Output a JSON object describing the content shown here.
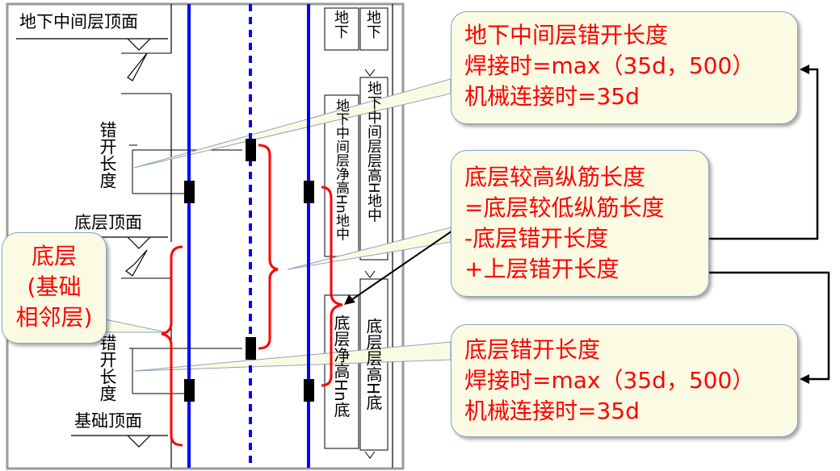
{
  "floor_labels": {
    "underground_top": "地下中间层顶面",
    "base_floor_top": "底层顶面",
    "foundation_top": "基础顶面"
  },
  "stagger_labels": {
    "upper": "错开长度",
    "lower": "错开长度"
  },
  "column_labels": {
    "ug_clear_height": "地下中间层净高Hn地中",
    "ug_floor_height": "地下中间层层高H地中",
    "ug_clear_height_top": "地下",
    "ug_floor_height_top": "地下",
    "base_clear_height": "底层净高Hn底",
    "base_floor_height": "底层层高H底"
  },
  "callouts": {
    "underground": {
      "line1": "地下中间层错开长度",
      "line2": "焊接时=max（35d，500）",
      "line3": "机械连接时=35d"
    },
    "formula": {
      "line1": "底层较高纵筋长度",
      "line2": "=底层较低纵筋长度",
      "line3": "-底层错开长度",
      "line4": "+上层错开长度"
    },
    "base": {
      "line1": "底层错开长度",
      "line2": "焊接时=max（35d，500）",
      "line3": "机械连接时=35d"
    },
    "base_floor": {
      "line1": "底层",
      "line2": "(基础",
      "line3": "相邻层)"
    }
  },
  "colors": {
    "rebar": "#0000ff",
    "bracket": "#ff0000",
    "callout_text": "#ff0000",
    "callout_fill": "#fbfbe3",
    "callout_border": "#8aa3c0"
  }
}
